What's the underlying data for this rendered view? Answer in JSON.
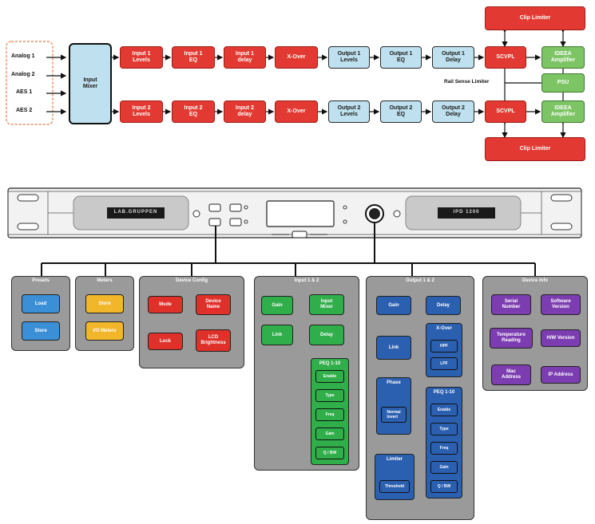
{
  "signal_chain": {
    "inputs": [
      "Analog 1",
      "Analog 2",
      "AES 1",
      "AES 2"
    ],
    "mixer": "Input\nMixer",
    "row1": [
      "Input 1\nLevels",
      "Input 1\nEQ",
      "Input 1\ndelay",
      "X-Over",
      "Output 1\nLevels",
      "Output 1\nEQ",
      "Output 1\nDelay",
      "SCVPL"
    ],
    "row2": [
      "Input 2\nLevels",
      "Input 2\nEQ",
      "Input 2\ndelay",
      "X-Over",
      "Output 2\nLevels",
      "Output 2\nEQ",
      "Output 2\nDelay",
      "SCVPL"
    ],
    "clip_top": "Clip Limiter",
    "clip_bottom": "Clip Limiter",
    "amp1": "IDEEA\nAmplifier",
    "amp2": "IDEEA\nAmplifier",
    "psu": "PSU",
    "rail_label": "Rail Sense Limiter"
  },
  "device": {
    "brand": "LAB.GRUPPEN",
    "model": "IPD 1200"
  },
  "menus": {
    "presets": {
      "title": "Presets",
      "items": [
        "Load",
        "Store"
      ]
    },
    "meters": {
      "title": "Meters",
      "items": [
        "Store",
        "I/O Meters"
      ]
    },
    "device_config": {
      "title": "Device Config",
      "items": [
        "Mode",
        "Device\nName",
        "Lock",
        "LCD\nBrightness"
      ]
    },
    "input": {
      "title": "Input 1 & 2",
      "items": [
        "Gain",
        "Input\nMixer",
        "Link",
        "Delay"
      ],
      "peq_title": "PEQ 1-10",
      "peq_items": [
        "Enable",
        "Type",
        "Freq",
        "Gain",
        "Q / BW"
      ]
    },
    "output": {
      "title": "Output 1 & 2",
      "gain": "Gain",
      "delay": "Delay",
      "xover": "X-Over",
      "xover_items": [
        "HPF",
        "LPF"
      ],
      "link": "Link",
      "phase": "Phase",
      "phase_items": [
        "Normal\nInvert"
      ],
      "peq_title": "PEQ 1-10",
      "peq_items": [
        "Enable",
        "Type",
        "Freq",
        "Gain",
        "Q / BW"
      ],
      "limiter": "Limiter",
      "limiter_items": [
        "Threshold"
      ]
    },
    "device_info": {
      "title": "Device Info",
      "items": [
        "Serial\nNumber",
        "Software\nVersion",
        "Temperature\nReading",
        "H/W Version",
        "Mac\nAddress",
        "IP Address"
      ]
    }
  }
}
